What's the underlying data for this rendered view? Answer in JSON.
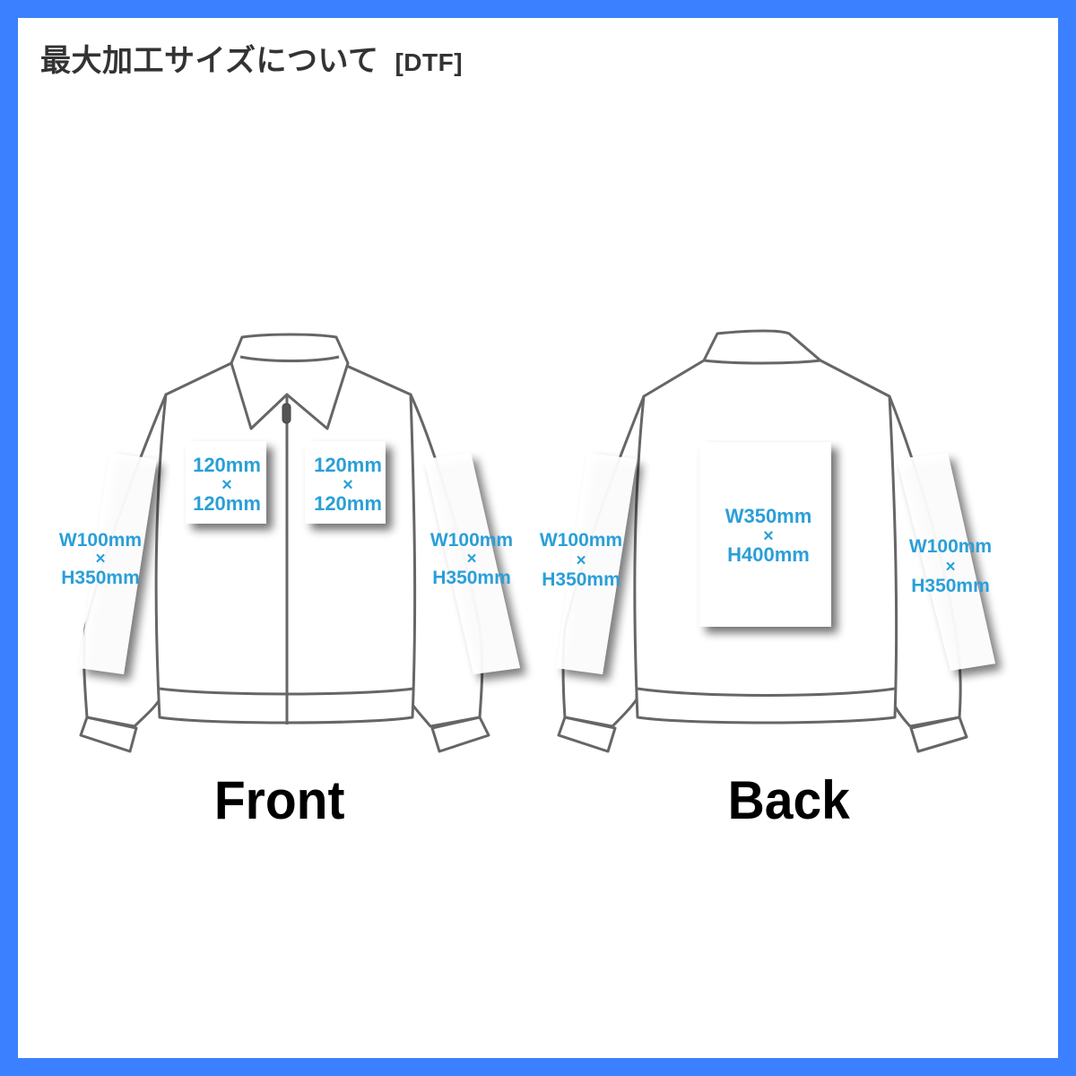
{
  "header": {
    "title": "最大加工サイズについて",
    "tag": "[DTF]"
  },
  "colors": {
    "border": "#3a80ff",
    "label_text": "#2a9fd8",
    "outline": "#666666",
    "title_text": "#333333"
  },
  "front": {
    "label": "Front",
    "areas": {
      "left_sleeve": {
        "w": "W100mm",
        "x": "×",
        "h": "H350mm"
      },
      "left_chest": {
        "w": "120mm",
        "x": "×",
        "h": "120mm"
      },
      "right_chest": {
        "w": "120mm",
        "x": "×",
        "h": "120mm"
      },
      "right_sleeve": {
        "w": "W100mm",
        "x": "×",
        "h": "H350mm"
      }
    }
  },
  "back": {
    "label": "Back",
    "areas": {
      "left_sleeve": {
        "w": "W100mm",
        "x": "×",
        "h": "H350mm"
      },
      "center_back": {
        "w": "W350mm",
        "x": "×",
        "h": "H400mm"
      },
      "right_sleeve": {
        "w": "W100mm",
        "x": "×",
        "h": "H350mm"
      }
    }
  }
}
